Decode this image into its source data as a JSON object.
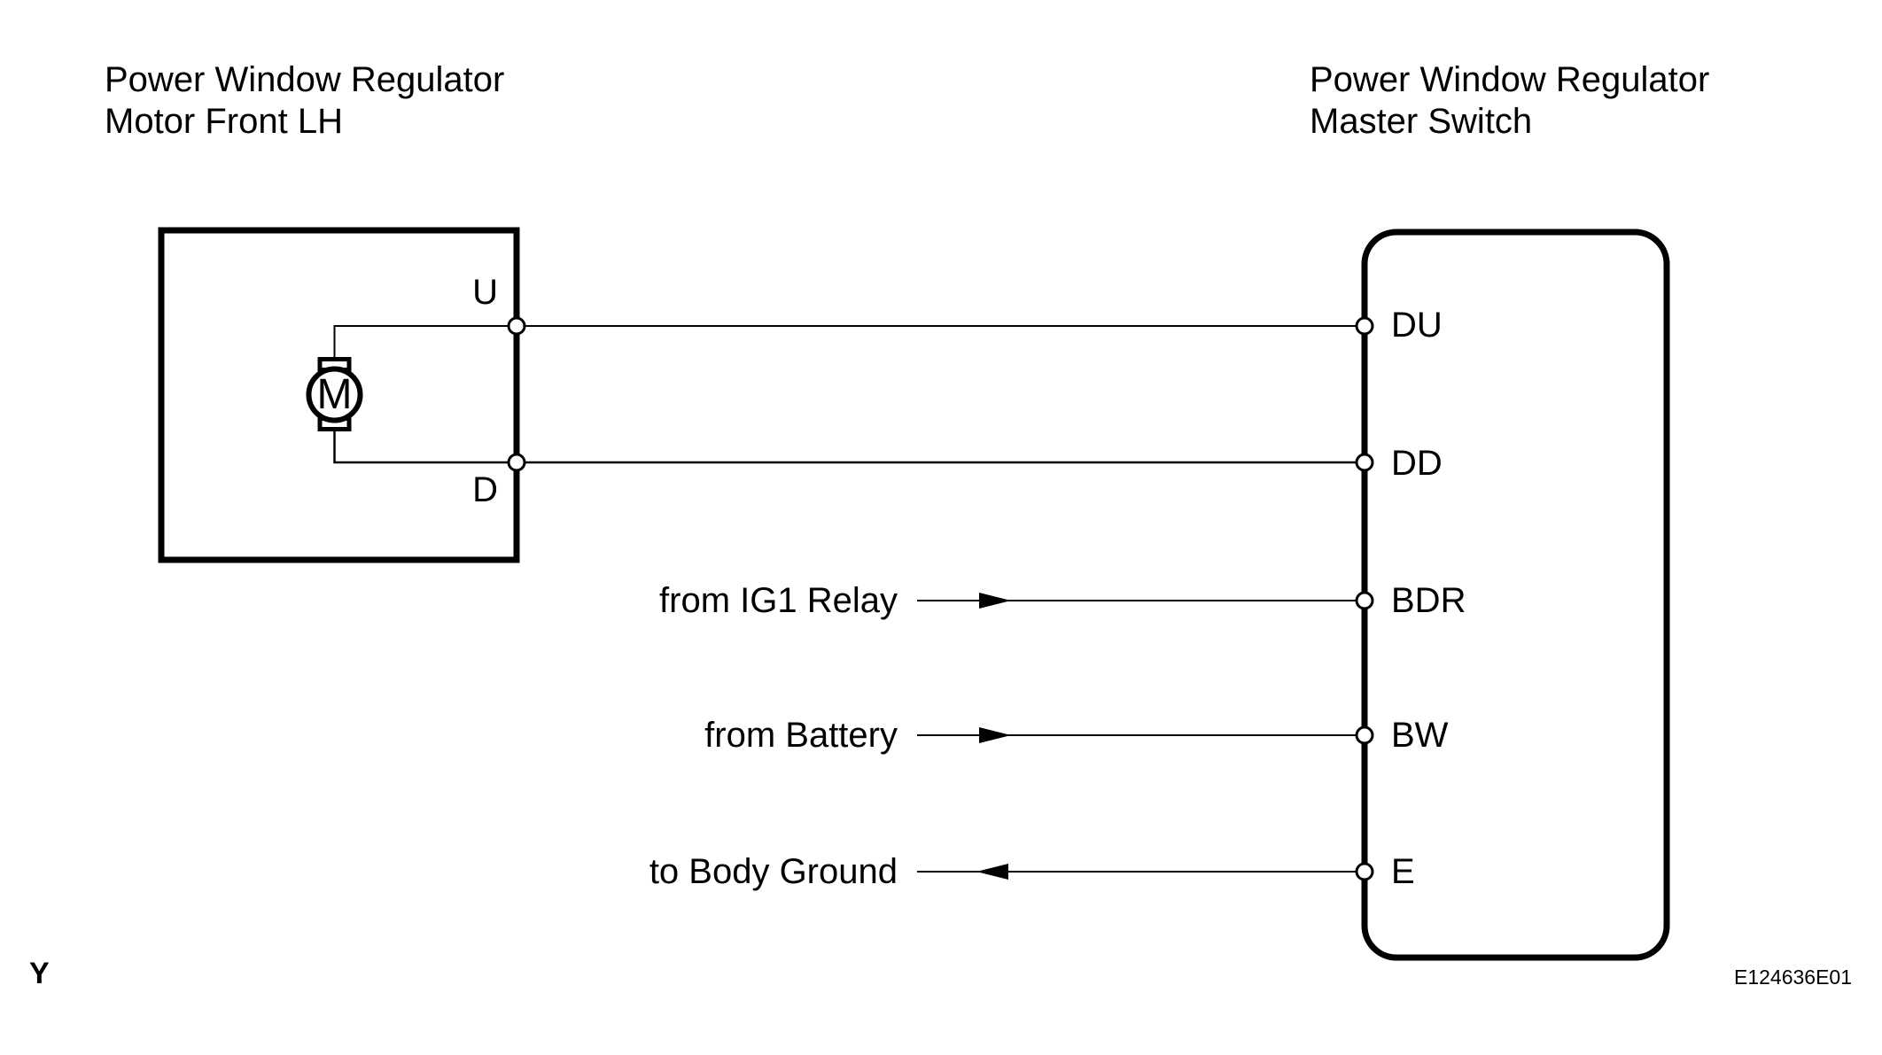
{
  "motor_box": {
    "title": [
      "Power Window Regulator",
      "Motor Front LH"
    ],
    "symbol": "M",
    "terminals": {
      "up": "U",
      "down": "D"
    }
  },
  "switch_box": {
    "title": [
      "Power Window Regulator",
      "Master Switch"
    ],
    "terminals": {
      "du": "DU",
      "dd": "DD",
      "bdr": "BDR",
      "bw": "BW",
      "e": "E"
    }
  },
  "annotations": {
    "ig1_relay": "from IG1 Relay",
    "battery": "from Battery",
    "body_ground": "to Body Ground"
  },
  "footer": {
    "section_marker": "Y",
    "figure_code": "E124636E01"
  },
  "colors": {
    "ink": "#000000",
    "paper": "#ffffff"
  }
}
